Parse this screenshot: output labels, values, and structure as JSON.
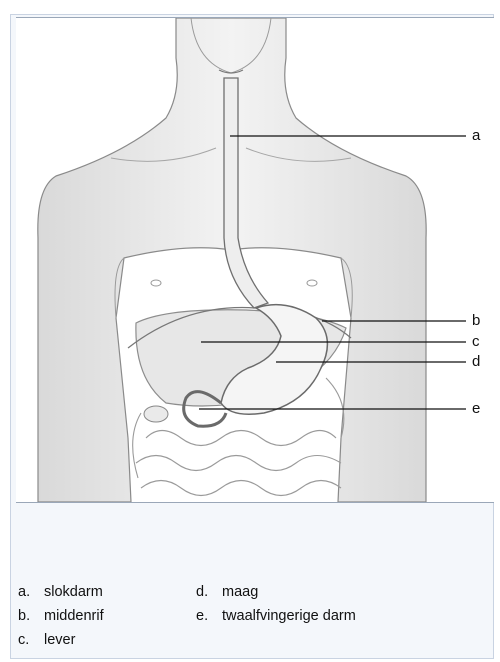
{
  "diagram": {
    "labels": {
      "a": "a",
      "b": "b",
      "c": "c",
      "d": "d",
      "e": "e"
    }
  },
  "legend": {
    "items": [
      {
        "key": "a.",
        "text": "slokdarm"
      },
      {
        "key": "b.",
        "text": "middenrif"
      },
      {
        "key": "c.",
        "text": "lever"
      },
      {
        "key": "d.",
        "text": "maag"
      },
      {
        "key": "e.",
        "text": "twaalfvingerige darm"
      }
    ]
  }
}
